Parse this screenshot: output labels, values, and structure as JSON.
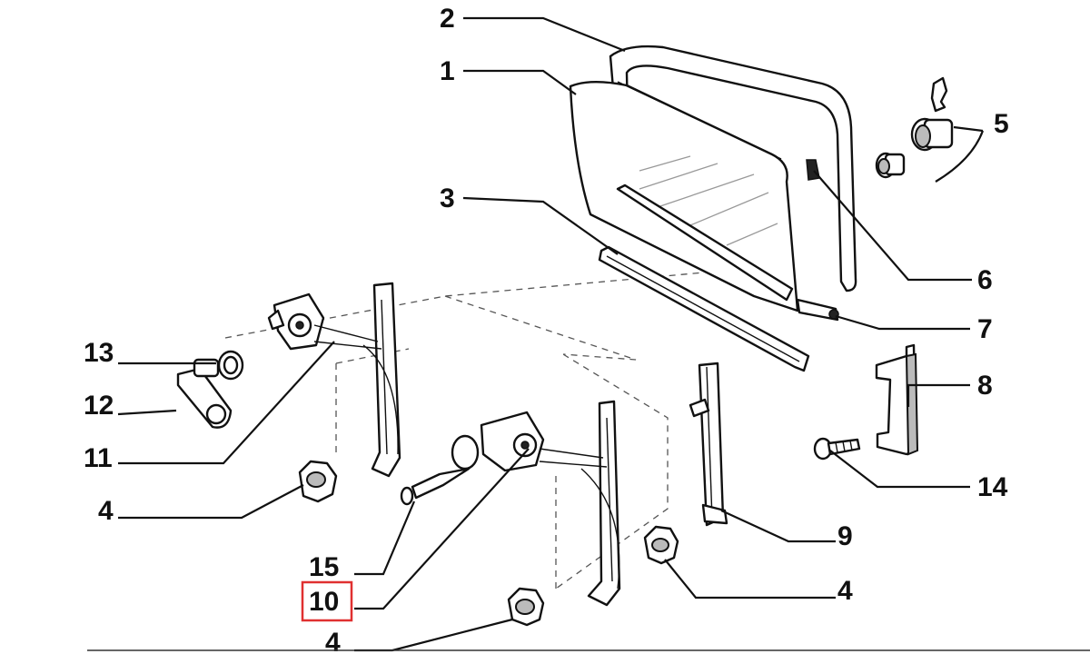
{
  "diagram": {
    "callouts": [
      {
        "id": "c2",
        "label": "2"
      },
      {
        "id": "c1",
        "label": "1"
      },
      {
        "id": "c3",
        "label": "3"
      },
      {
        "id": "c5",
        "label": "5"
      },
      {
        "id": "c6",
        "label": "6"
      },
      {
        "id": "c7",
        "label": "7"
      },
      {
        "id": "c8",
        "label": "8"
      },
      {
        "id": "c14",
        "label": "14"
      },
      {
        "id": "c13",
        "label": "13"
      },
      {
        "id": "c12",
        "label": "12"
      },
      {
        "id": "c11",
        "label": "11"
      },
      {
        "id": "c4a",
        "label": "4"
      },
      {
        "id": "c9",
        "label": "9"
      },
      {
        "id": "c4b",
        "label": "4"
      },
      {
        "id": "c15",
        "label": "15"
      },
      {
        "id": "c10",
        "label": "10"
      },
      {
        "id": "c4c",
        "label": "4"
      }
    ],
    "highlight": {
      "label_ref": "c10",
      "color": "#e03030"
    }
  }
}
